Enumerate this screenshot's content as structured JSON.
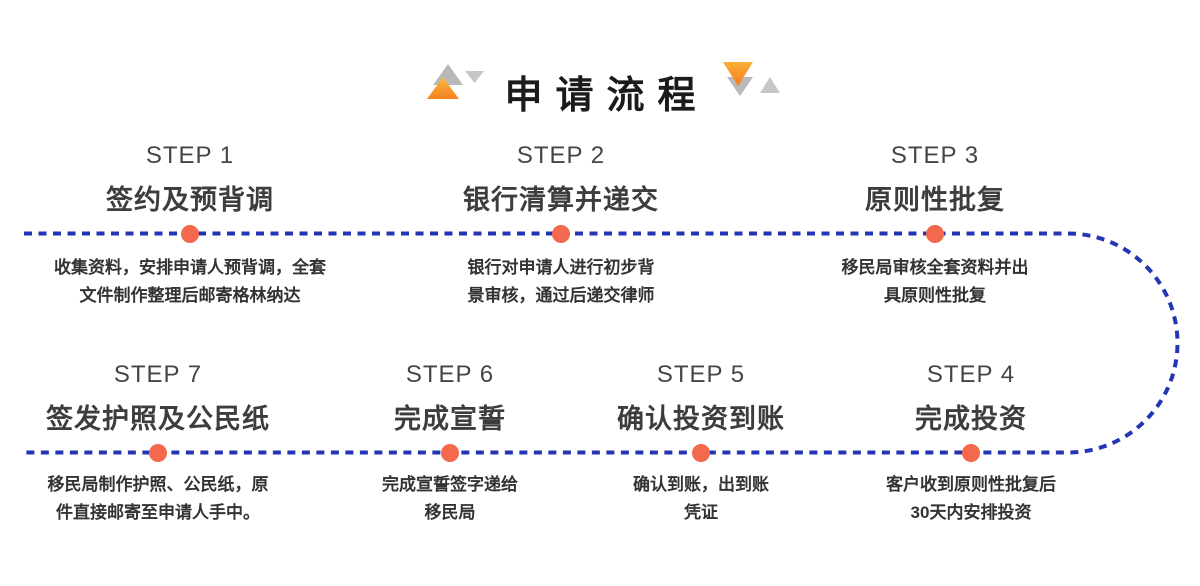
{
  "header": {
    "title": "申请流程",
    "decor_left_icons": [
      "triangle-up-gray-icon",
      "triangle-up-orange-icon",
      "triangle-down-gray-small-icon"
    ],
    "decor_right_icons": [
      "triangle-down-orange-icon",
      "triangle-down-gray-icon",
      "triangle-up-gray-small-icon"
    ]
  },
  "steps": [
    {
      "label": "STEP 1",
      "title": "签约及预背调",
      "desc": [
        "收集资料，安排申请人预背调，全套",
        "文件制作整理后邮寄格林纳达"
      ]
    },
    {
      "label": "STEP 2",
      "title": "银行清算并递交",
      "desc": [
        "银行对申请人进行初步背",
        "景审核，通过后递交律师"
      ]
    },
    {
      "label": "STEP 3",
      "title": "原则性批复",
      "desc": [
        "移民局审核全套资料并出",
        "具原则性批复"
      ]
    },
    {
      "label": "STEP 4",
      "title": "完成投资",
      "desc": [
        "客户收到原则性批复后",
        "30天内安排投资"
      ]
    },
    {
      "label": "STEP 5",
      "title": "确认投资到账",
      "desc": [
        "确认到账，出到账",
        "凭证"
      ]
    },
    {
      "label": "STEP 6",
      "title": "完成宣誓",
      "desc": [
        "完成宣誓签字递给",
        "移民局"
      ]
    },
    {
      "label": "STEP 7",
      "title": "签发护照及公民纸",
      "desc": [
        "移民局制作护照、公民纸，原",
        "件直接邮寄至申请人手中。"
      ]
    }
  ],
  "colors": {
    "flow_line_blue": "#2236b4",
    "step_dot_coral": "#f4694e",
    "decor_orange_top": "#fcb742",
    "decor_orange_bottom": "#f5821f",
    "decor_gray": "#b9b9b9",
    "title_text": "#1b1b1b",
    "heading_text": "#3d3d3d",
    "body_text": "#333333"
  }
}
